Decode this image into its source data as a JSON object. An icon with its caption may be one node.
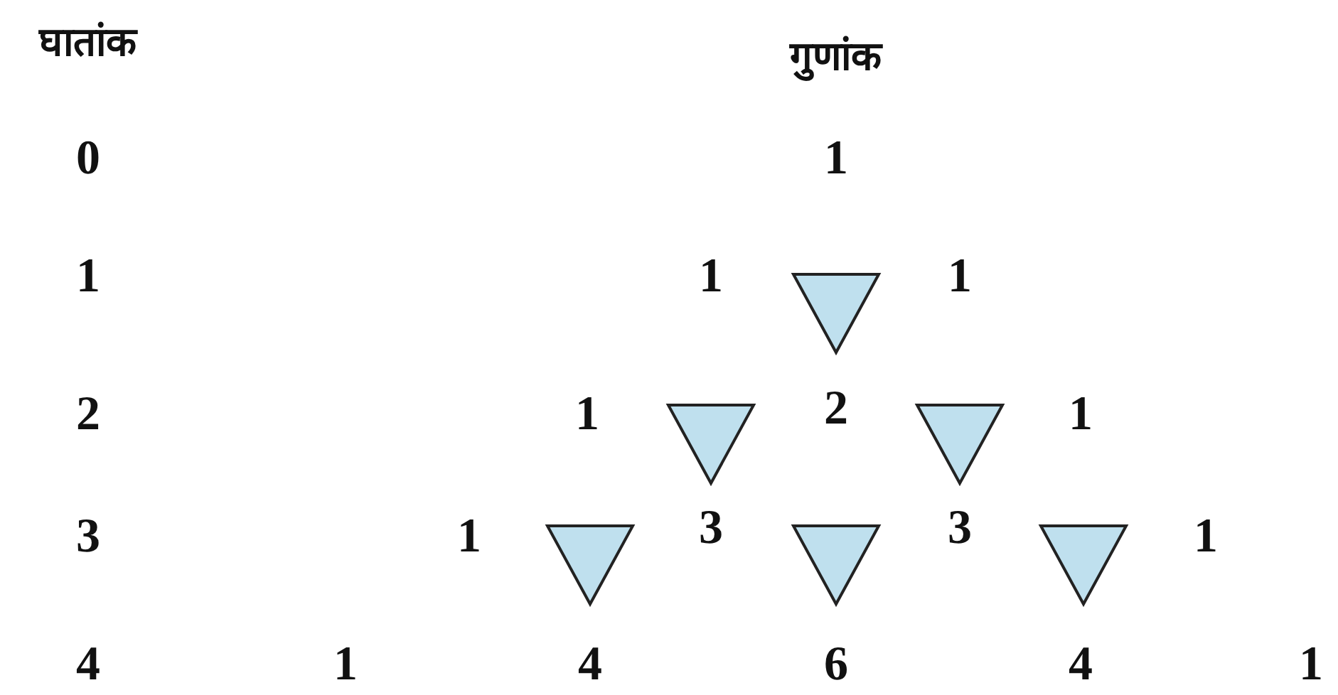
{
  "diagram": {
    "labels": [
      "घातांक",
      "गुणांक",
      "0",
      "1",
      "1",
      "1",
      "1",
      "2",
      "1",
      "2",
      "1",
      "3",
      "1",
      "3",
      "3",
      "1",
      "4",
      "1",
      "4",
      "6",
      "4",
      "1"
    ]
  }
}
